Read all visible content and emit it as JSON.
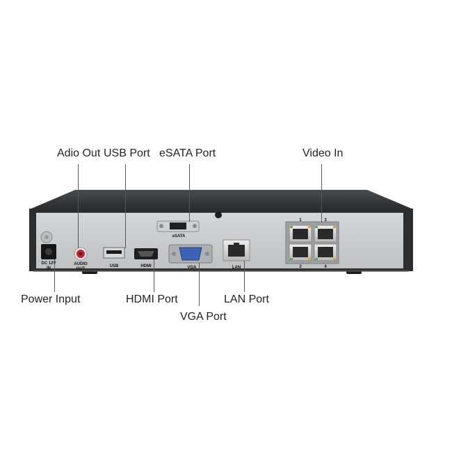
{
  "callouts": {
    "audio_out": "Adio Out",
    "usb_port": "USB Port",
    "esata_port": "eSATA Port",
    "video_in": "Video In",
    "power_input": "Power Input",
    "hdmi_port": "HDMI Port",
    "vga_port": "VGA Port",
    "lan_port": "LAN Port"
  },
  "panel_labels": {
    "dc_in": "DC 12V",
    "dc_in_2": "IN",
    "audio_out": "AUDIO",
    "audio_out_2": "OUT",
    "usb": "USB",
    "hdmi": "HDMI",
    "vga": "VGA",
    "esata": "eSATA",
    "lan": "LAN",
    "port_1": "1",
    "port_2": "2",
    "port_3": "3",
    "port_4": "4"
  },
  "colors": {
    "chassis": "#2b2d31",
    "panel": "#c9cbcd",
    "vga_blue": "#3d63b8",
    "rca_red": "#c8202a"
  }
}
